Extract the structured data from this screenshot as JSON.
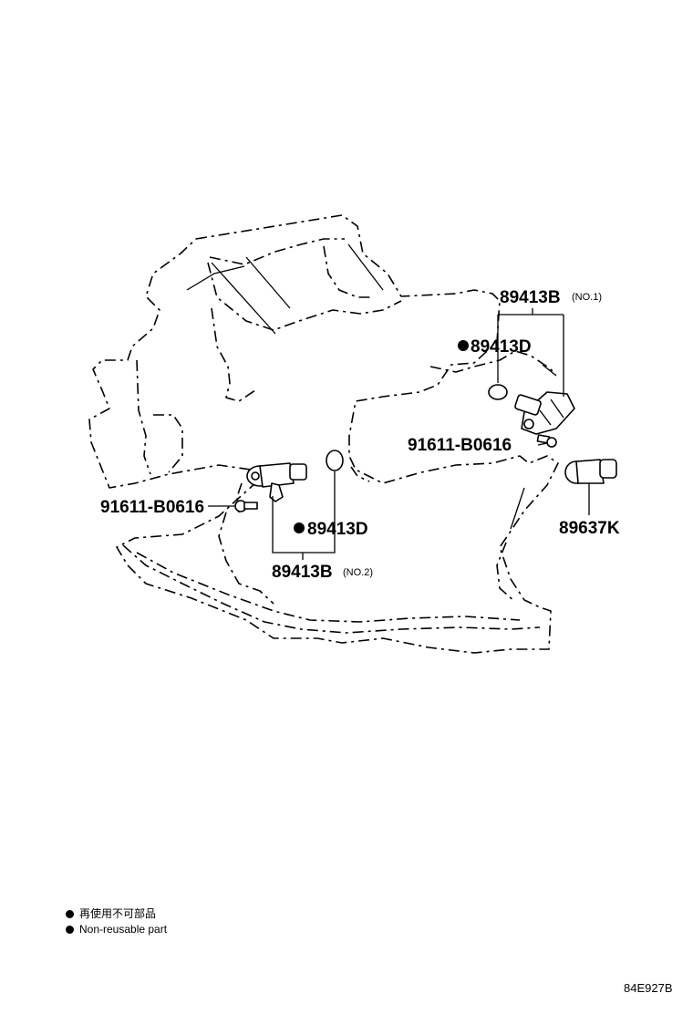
{
  "labels": {
    "no1_part": "89413B",
    "no1_suffix": "(NO.1)",
    "oring_upper": "89413D",
    "bolt_upper": "91611-B0616",
    "bolt_lower": "91611-B0616",
    "oring_lower": "89413D",
    "no2_part": "89413B",
    "no2_suffix": "(NO.2)",
    "sensor_right": "89637K"
  },
  "legend": {
    "marker": "●",
    "line1": "再使用不可部品",
    "line2": "Non-reusable part"
  },
  "figure_code": "84E927B"
}
